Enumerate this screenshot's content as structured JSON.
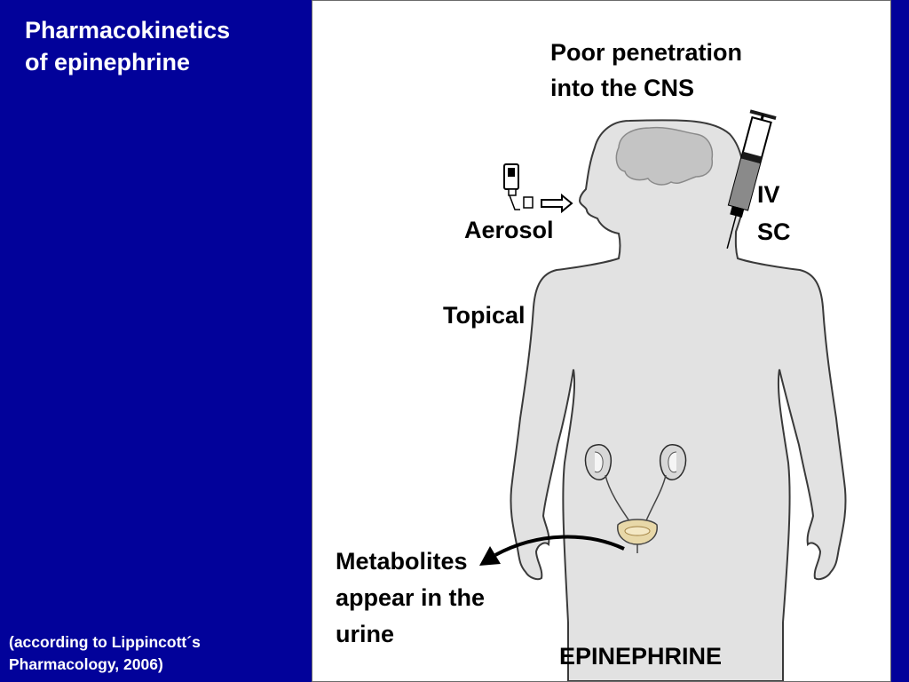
{
  "slide": {
    "title_line1": "Pharmacokinetics",
    "title_line2": "of epinephrine",
    "citation_line1": "(according to Lippincott´s",
    "citation_line2": "Pharmacology, 2006)"
  },
  "diagram": {
    "cns_line1": "Poor penetration",
    "cns_line2": "into the CNS",
    "aerosol": "Aerosol",
    "topical": "Topical",
    "iv": "IV",
    "sc": "SC",
    "metabolites_line1": "Metabolites",
    "metabolites_line2": "appear in the",
    "metabolites_line3": "urine",
    "drug_name": "EPINEPHRINE"
  },
  "icons": [
    "inhaler-icon",
    "syringe-icon",
    "kidney-icon",
    "bladder-icon",
    "brain-icon",
    "arrow-icon"
  ],
  "colors": {
    "slide_background": "#02029a",
    "panel_background": "#ffffff",
    "body_fill": "#e2e2e2",
    "text_on_slide": "#ffffff",
    "text_on_panel": "#000000"
  }
}
